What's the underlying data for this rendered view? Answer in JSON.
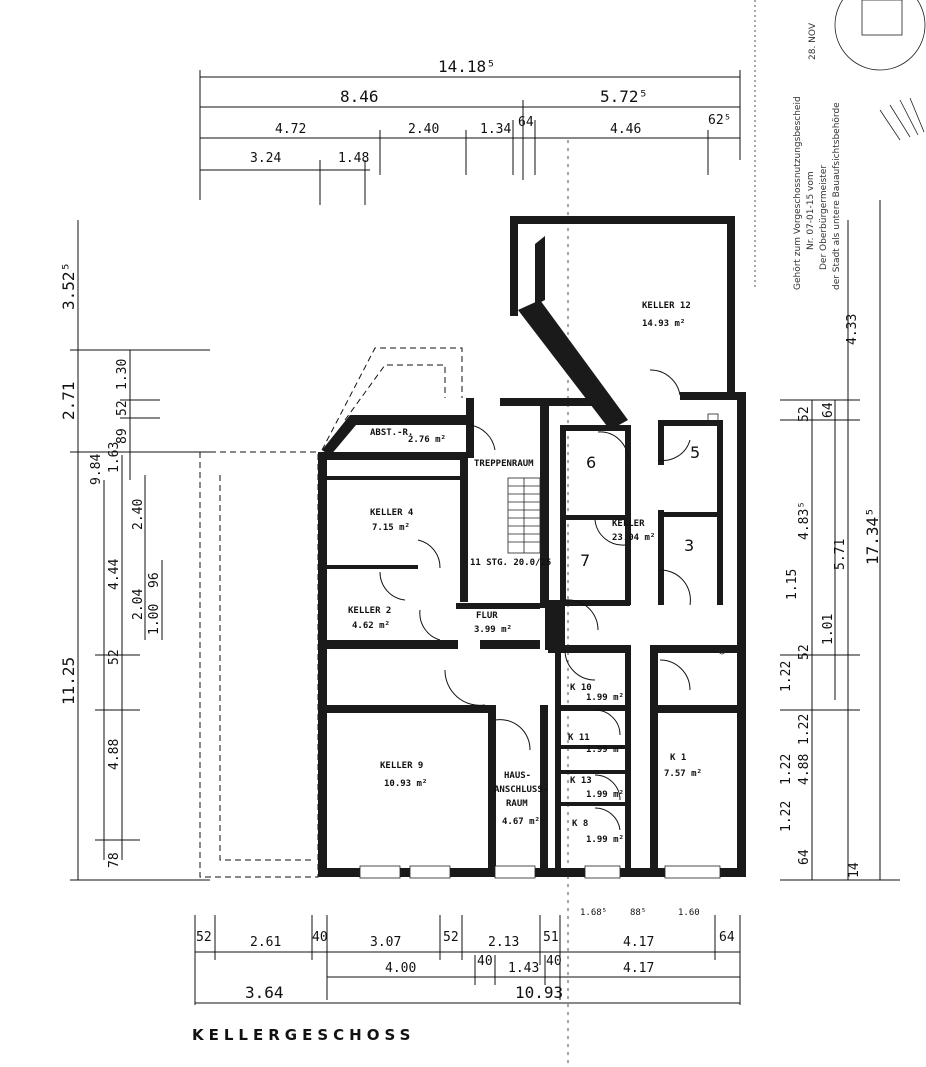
{
  "title": "KELLERGESCHOSS",
  "rooms": {
    "keller12": {
      "name": "KELLER 12",
      "area": "14.93 m²"
    },
    "abst": {
      "name": "ABST.-R.",
      "area": "2.76 m²"
    },
    "treppenraum": {
      "name": "TREPPENRAUM",
      "stairs": "11 STG. 20.0/25"
    },
    "keller4": {
      "name": "KELLER 4",
      "area": "7.15 m²"
    },
    "keller2": {
      "name": "KELLER 2",
      "area": "4.62 m²"
    },
    "flur": {
      "name": "FLUR",
      "area": "3.99 m²"
    },
    "keller_mid": {
      "name": "KELLER",
      "area": "23.04 m²"
    },
    "keller9": {
      "name": "KELLER 9",
      "area": "10.93 m²"
    },
    "haus": {
      "line1": "HAUS-",
      "line2": "ANSCHLUSS-",
      "line3": "RAUM",
      "area": "4.67 m²"
    },
    "k10": {
      "name": "K 10",
      "area": "1.99 m²"
    },
    "k11": {
      "name": "K 11",
      "area": "1.99 m²"
    },
    "k13": {
      "name": "K 13",
      "area": "1.99 m²"
    },
    "k8": {
      "name": "K 8",
      "area": "1.99 m²"
    },
    "k1": {
      "name": "K 1",
      "area": "7.57 m²"
    }
  },
  "handwritten": {
    "n6": "6",
    "n5": "5",
    "n7": "7",
    "n3": "3"
  },
  "dims_top": {
    "total": "14.18⁵",
    "a": "8.46",
    "b": "5.72⁵",
    "r3": [
      "4.72",
      "2.40",
      "1.34",
      "64",
      "4.46",
      "62⁵"
    ],
    "r4": [
      "3.24",
      "1.48"
    ]
  },
  "dims_left": {
    "t1": "3.52⁵",
    "t2": "2.71",
    "t3": "11.25",
    "s": [
      "1.30",
      "52",
      "89",
      "1.63",
      "2.40",
      "4.44",
      "96",
      "9.84",
      "2.04",
      "1.00",
      "52",
      "4.88",
      "78"
    ]
  },
  "dims_right": {
    "s": [
      "4.33",
      "52",
      "64",
      "4.83⁵",
      "1.15",
      "5.71",
      "17.34⁵",
      "1.01",
      "52",
      "1.22",
      "1.22",
      "4.88",
      "1.22",
      "1.22",
      "64",
      "14"
    ]
  },
  "dims_bottom": {
    "r1": [
      "52",
      "2.61",
      "40",
      "3.07",
      "52",
      "2.13",
      "51",
      "4.17",
      "64"
    ],
    "r0": [
      "1.68⁵",
      "88⁵",
      "1.60"
    ],
    "r2": [
      "4.00",
      "40",
      "1.43",
      "40",
      "4.17"
    ],
    "r3": [
      "3.64",
      "10.93"
    ]
  },
  "stamp": {
    "l1": "Gehört zum Vorgeschossnutzungsbescheid",
    "l2": "Nr. 07-01-15 vom",
    "l3": "Der Oberbürgermeister",
    "l4": "der Stadt als untere Bauaufsichtsbehörde",
    "date": "28. NOV"
  }
}
